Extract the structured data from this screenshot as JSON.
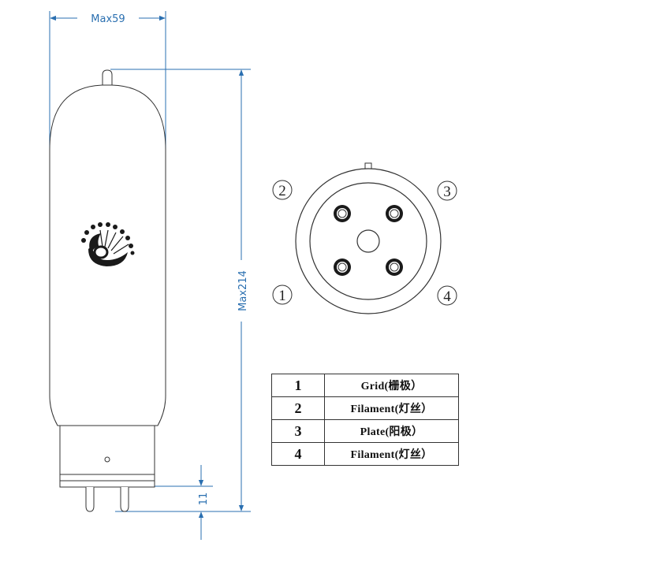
{
  "dimensions": {
    "width_label": "Max59",
    "height_label": "Max214",
    "pin_length_label": "11"
  },
  "socket": {
    "pin_labels": [
      "2",
      "3",
      "1",
      "4"
    ]
  },
  "pin_table": {
    "rows": [
      {
        "num": "1",
        "name": "Grid(栅极）"
      },
      {
        "num": "2",
        "name": "Filament(灯丝）"
      },
      {
        "num": "3",
        "name": "Plate(阳极）"
      },
      {
        "num": "4",
        "name": "Filament(灯丝）"
      }
    ]
  },
  "colors": {
    "dimension_lines": "#2a6fb0",
    "outline": "#333333",
    "logo": "#1a1a1a"
  },
  "icons": {
    "logo": "peacock-logo-icon"
  }
}
